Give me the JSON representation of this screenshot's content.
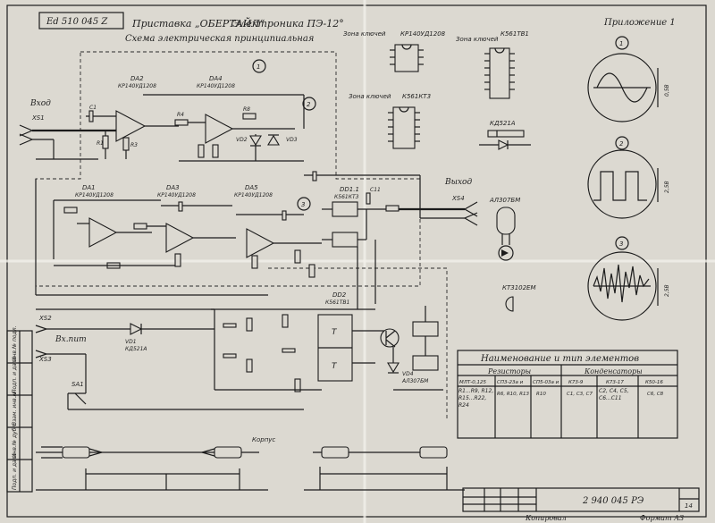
{
  "stamp": {
    "code": "Ed 510 045 Z"
  },
  "title": {
    "line1": "Приставка „ОБЕРТАЙЛ“",
    "line2": "Электроника ПЭ-12°",
    "line3": "Схема электрическая принципиальная"
  },
  "appendix": {
    "label": "Приложение 1"
  },
  "io": {
    "input": {
      "label": "Вход",
      "connector": "XS1"
    },
    "output": {
      "label": "Выход",
      "connector": "XS4"
    },
    "power": {
      "label": "Вх.пит",
      "connectors": [
        "XS2",
        "XS3"
      ]
    },
    "switch": {
      "label": "SA1"
    }
  },
  "ics": [
    {
      "ref": "DA1",
      "type": "КР140УД1208"
    },
    {
      "ref": "DA2",
      "type": "КР140УД1208"
    },
    {
      "ref": "DA3",
      "type": "КР140УД1208"
    },
    {
      "ref": "DA4",
      "type": "КР140УД1208"
    },
    {
      "ref": "DA5",
      "type": "КР140УД1208"
    },
    {
      "ref": "DD1.1",
      "type": "К561КТ3"
    },
    {
      "ref": "DD2",
      "type": "К561ТВ1"
    }
  ],
  "pinouts": [
    {
      "title": "Зона ключей",
      "chip": "КР140УД1208"
    },
    {
      "title": "Зона ключей",
      "chip": "К561КТ3"
    },
    {
      "title": "Зона ключей",
      "chip": "К561ТВ1"
    }
  ],
  "diodes": [
    {
      "ref": "VD1",
      "type": "КД521А"
    },
    {
      "ref": "VD2",
      "type": "КД521А"
    },
    {
      "ref": "VD3",
      "type": "КД521А"
    },
    {
      "ref": "VD4",
      "type": "АЛ307БМ"
    }
  ],
  "side_parts": {
    "diode": "КД521А",
    "led": "АЛ307БМ",
    "transistor": "КТ3102ЕМ"
  },
  "waveforms": [
    {
      "n": "1",
      "amp": "0,5В"
    },
    {
      "n": "2",
      "amp": "2,5В"
    },
    {
      "n": "3",
      "amp": "2,5В"
    }
  ],
  "cable": {
    "label": "Корпус"
  },
  "table": {
    "title": "Наименование и тип элементов",
    "sections": [
      "Резисторы",
      "Конденсаторы"
    ],
    "columns": [
      "МЛТ-0,125",
      "СП3-23а и",
      "СП5-03а и",
      "К73-9",
      "К73-17",
      "К50-16"
    ],
    "values": [
      "R1...R9, R12, R15...R22, R24",
      "R6, R10, R13",
      "R10",
      "С1, С3, С7",
      "С2, С4, С5, С6...С11",
      "С6, С8"
    ]
  },
  "titleblock": {
    "number": "2 940 045 РЭ",
    "sheet": "14",
    "copied": "Копировал",
    "format": "Формат А3"
  },
  "sidebar_text": [
    "Инв.№ подл.",
    "Подп. и дата",
    "Взам. инв.№",
    "Инв.№ дубл.",
    "Подп. и дата"
  ]
}
